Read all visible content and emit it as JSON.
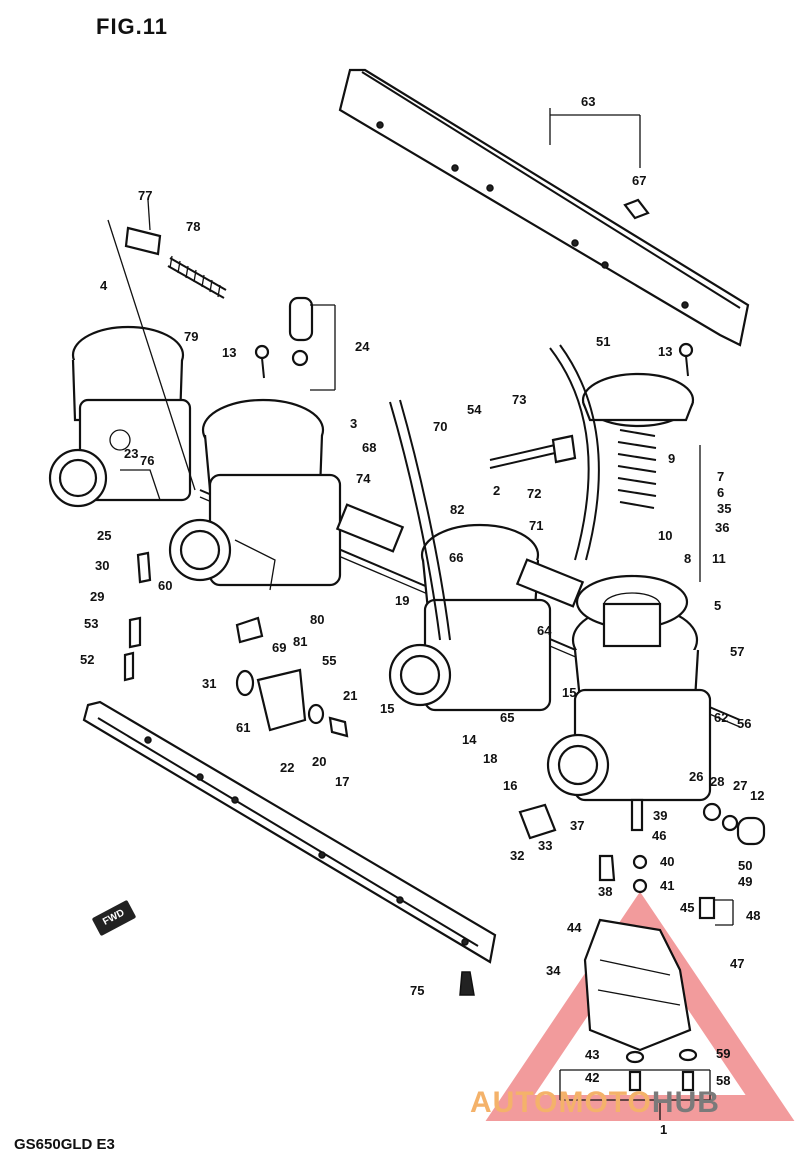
{
  "figure_title": "FIG.11",
  "model_code": "GS650GLD E3",
  "fwd_label": "FWD",
  "watermark": {
    "part1": "AUTO",
    "part2": "MOTO",
    "part3": "HUB",
    "color_main": "#f4b26a",
    "color_hub": "#7a7a7a",
    "triangle_color": "#e8484a"
  },
  "callouts": [
    {
      "id": "c1",
      "text": "1"
    },
    {
      "id": "c2",
      "text": "2"
    },
    {
      "id": "c3",
      "text": "3"
    },
    {
      "id": "c4",
      "text": "4"
    },
    {
      "id": "c5",
      "text": "5"
    },
    {
      "id": "c6",
      "text": "6"
    },
    {
      "id": "c7",
      "text": "7"
    },
    {
      "id": "c8",
      "text": "8"
    },
    {
      "id": "c9",
      "text": "9"
    },
    {
      "id": "c10",
      "text": "10"
    },
    {
      "id": "c11",
      "text": "11"
    },
    {
      "id": "c12",
      "text": "12"
    },
    {
      "id": "c13a",
      "text": "13"
    },
    {
      "id": "c13b",
      "text": "13"
    },
    {
      "id": "c14",
      "text": "14"
    },
    {
      "id": "c15a",
      "text": "15"
    },
    {
      "id": "c15b",
      "text": "15"
    },
    {
      "id": "c16",
      "text": "16"
    },
    {
      "id": "c17",
      "text": "17"
    },
    {
      "id": "c18",
      "text": "18"
    },
    {
      "id": "c19",
      "text": "19"
    },
    {
      "id": "c20",
      "text": "20"
    },
    {
      "id": "c21",
      "text": "21"
    },
    {
      "id": "c22",
      "text": "22"
    },
    {
      "id": "c23",
      "text": "23"
    },
    {
      "id": "c24",
      "text": "24"
    },
    {
      "id": "c25",
      "text": "25"
    },
    {
      "id": "c26",
      "text": "26"
    },
    {
      "id": "c27",
      "text": "27"
    },
    {
      "id": "c28",
      "text": "28"
    },
    {
      "id": "c29",
      "text": "29"
    },
    {
      "id": "c30",
      "text": "30"
    },
    {
      "id": "c31",
      "text": "31"
    },
    {
      "id": "c32",
      "text": "32"
    },
    {
      "id": "c33",
      "text": "33"
    },
    {
      "id": "c34",
      "text": "34"
    },
    {
      "id": "c35",
      "text": "35"
    },
    {
      "id": "c36",
      "text": "36"
    },
    {
      "id": "c37",
      "text": "37"
    },
    {
      "id": "c38",
      "text": "38"
    },
    {
      "id": "c39",
      "text": "39"
    },
    {
      "id": "c40",
      "text": "40"
    },
    {
      "id": "c41",
      "text": "41"
    },
    {
      "id": "c42",
      "text": "42"
    },
    {
      "id": "c43",
      "text": "43"
    },
    {
      "id": "c44",
      "text": "44"
    },
    {
      "id": "c45",
      "text": "45"
    },
    {
      "id": "c46",
      "text": "46"
    },
    {
      "id": "c47",
      "text": "47"
    },
    {
      "id": "c48",
      "text": "48"
    },
    {
      "id": "c49",
      "text": "49"
    },
    {
      "id": "c50",
      "text": "50"
    },
    {
      "id": "c51",
      "text": "51"
    },
    {
      "id": "c52",
      "text": "52"
    },
    {
      "id": "c53",
      "text": "53"
    },
    {
      "id": "c54",
      "text": "54"
    },
    {
      "id": "c55",
      "text": "55"
    },
    {
      "id": "c56",
      "text": "56"
    },
    {
      "id": "c57",
      "text": "57"
    },
    {
      "id": "c58",
      "text": "58"
    },
    {
      "id": "c59",
      "text": "59"
    },
    {
      "id": "c60",
      "text": "60"
    },
    {
      "id": "c61",
      "text": "61"
    },
    {
      "id": "c62",
      "text": "62"
    },
    {
      "id": "c63",
      "text": "63"
    },
    {
      "id": "c64",
      "text": "64"
    },
    {
      "id": "c65",
      "text": "65"
    },
    {
      "id": "c66",
      "text": "66"
    },
    {
      "id": "c67",
      "text": "67"
    },
    {
      "id": "c68",
      "text": "68"
    },
    {
      "id": "c69",
      "text": "69"
    },
    {
      "id": "c70",
      "text": "70"
    },
    {
      "id": "c71",
      "text": "71"
    },
    {
      "id": "c72",
      "text": "72"
    },
    {
      "id": "c73",
      "text": "73"
    },
    {
      "id": "c74",
      "text": "74"
    },
    {
      "id": "c75",
      "text": "75"
    },
    {
      "id": "c76",
      "text": "76"
    },
    {
      "id": "c77",
      "text": "77"
    },
    {
      "id": "c78",
      "text": "78"
    },
    {
      "id": "c79",
      "text": "79"
    },
    {
      "id": "c80",
      "text": "80"
    },
    {
      "id": "c81",
      "text": "81"
    },
    {
      "id": "c82",
      "text": "82"
    }
  ]
}
